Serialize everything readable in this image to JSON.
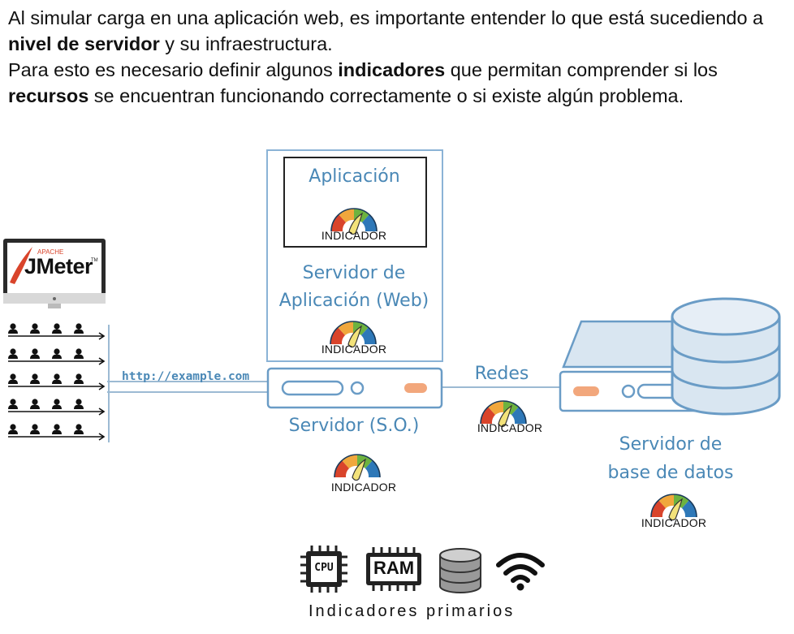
{
  "intro": {
    "p1_a": "Al simular carga en una aplicación web, es importante entender lo que está sucediendo a ",
    "p1_b": "nivel de servidor",
    "p1_c": " y su infraestructura.",
    "p2_a": "Para esto es necesario definir algunos ",
    "p2_b": "indicadores",
    "p2_c": " que permitan comprender si los ",
    "p2_d": "recursos",
    "p2_e": " se encuentran funcionando correctamente o si existe algún problema."
  },
  "jmeter": {
    "apache": "APACHE",
    "name": "JMeter",
    "tm": "TM"
  },
  "url": "http://example.com",
  "app_box": {
    "title": "Aplicación",
    "indicator": "INDICADOR"
  },
  "web_server": {
    "line1": "Servidor de",
    "line2": "Aplicación (Web)",
    "indicator": "INDICADOR"
  },
  "os_server": {
    "label": "Servidor (S.O.)",
    "indicator": "INDICADOR"
  },
  "network": {
    "label": "Redes",
    "indicator": "INDICADOR"
  },
  "db_server": {
    "line1": "Servidor de",
    "line2": "base de datos",
    "indicator": "INDICADOR"
  },
  "primary": {
    "cpu": "CPU",
    "ram": "RAM",
    "caption": "Indicadores primarios"
  },
  "colors": {
    "accent_blue": "#4a88b6",
    "gauge_red": "#d9442b",
    "gauge_orange": "#f0a73c",
    "gauge_green": "#6db33f",
    "gauge_blue": "#2e78b8"
  }
}
